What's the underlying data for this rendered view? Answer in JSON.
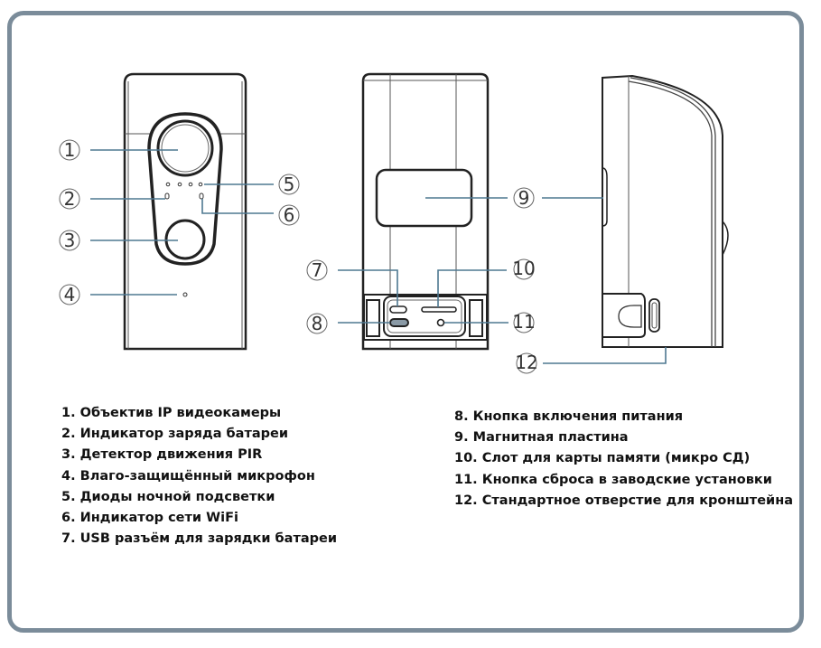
{
  "callout_numbers": [
    "1",
    "2",
    "3",
    "4",
    "5",
    "6",
    "7",
    "8",
    "9",
    "10",
    "11",
    "12"
  ],
  "legend": {
    "left": [
      "1. Объектив IP видеокамеры",
      "2. Индикатор заряда батареи",
      "3. Детектор движения PIR",
      "4. Влаго-защищённый микрофон",
      "5. Диоды ночной подсветки",
      "6. Индикатор сети WiFi",
      "7. USB разъём для зарядки батареи"
    ],
    "right": [
      "8. Кнопка включения питания",
      "9. Магнитная пластина",
      "10. Слот для карты памяти (микро СД)",
      "11. Кнопка сброса в заводские установки",
      "12. Стандартное отверстие для кронштейна"
    ]
  },
  "colors": {
    "frame": "#7b8c9a",
    "leader": "#4e7891",
    "outline": "#222222"
  }
}
